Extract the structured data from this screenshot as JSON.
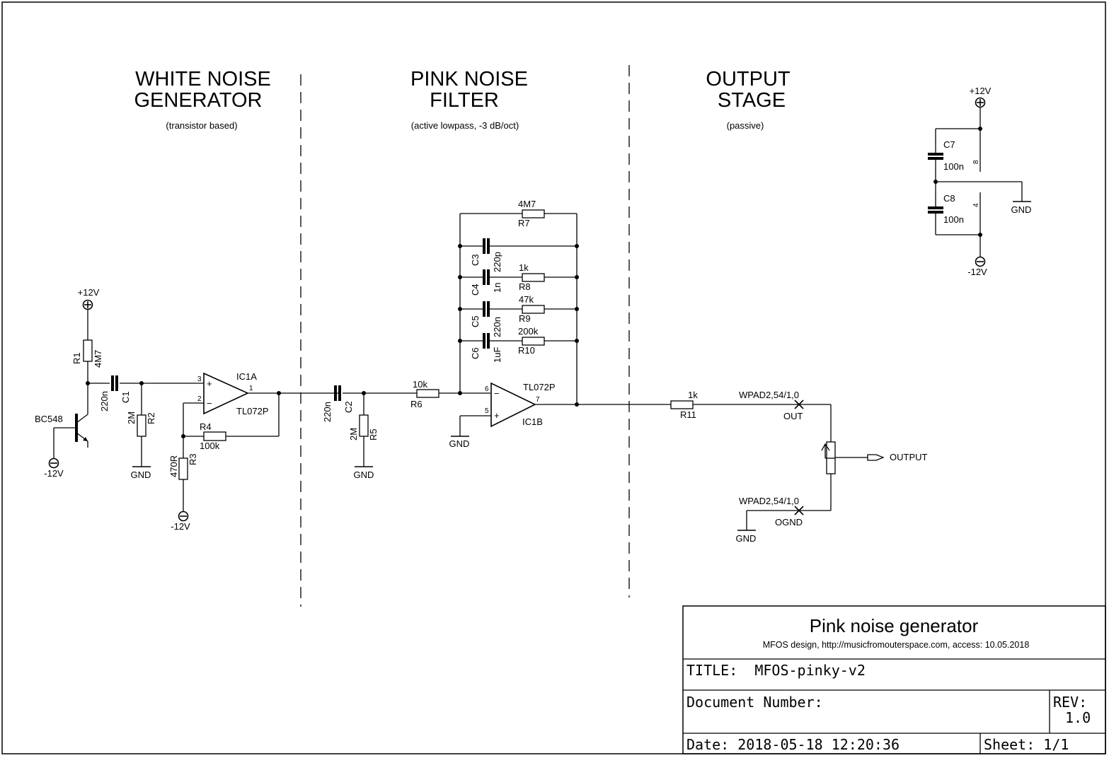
{
  "sections": {
    "white": {
      "line1": "WHITE NOISE",
      "line2": "GENERATOR",
      "sub": "(transistor based)"
    },
    "pink": {
      "line1": "PINK NOISE",
      "line2": "FILTER",
      "sub": "(active lowpass, -3 dB/oct)"
    },
    "output": {
      "line1": "OUTPUT",
      "line2": "STAGE",
      "sub": "(passive)"
    }
  },
  "rails": {
    "pos": "+12V",
    "neg": "-12V",
    "gnd": "GND"
  },
  "components": {
    "r1": {
      "ref": "R1",
      "value": "4M7"
    },
    "q1": {
      "ref": "BC548"
    },
    "c1": {
      "ref": "C1",
      "value": "220n"
    },
    "r2": {
      "ref": "R2",
      "value": "2M"
    },
    "ic1a": {
      "ref": "IC1A",
      "part": "TL072P",
      "p_plus": "3",
      "p_minus": "2",
      "p_out": "1"
    },
    "r4": {
      "ref": "R4",
      "value": "100k"
    },
    "r3": {
      "ref": "R3",
      "value": "470R"
    },
    "c2": {
      "ref": "C2",
      "value": "220n"
    },
    "r5": {
      "ref": "R5",
      "value": "2M"
    },
    "r6": {
      "ref": "R6",
      "value": "10k"
    },
    "r7": {
      "ref": "R7",
      "value": "4M7"
    },
    "c3": {
      "ref": "C3",
      "value": "220p"
    },
    "c4": {
      "ref": "C4",
      "value": "1n"
    },
    "r8": {
      "ref": "R8",
      "value": "1k"
    },
    "c5": {
      "ref": "C5",
      "value": "220n"
    },
    "r9": {
      "ref": "R9",
      "value": "47k"
    },
    "c6": {
      "ref": "C6",
      "value": "1uF"
    },
    "r10": {
      "ref": "R10",
      "value": "200k"
    },
    "ic1b": {
      "ref": "IC1B",
      "part": "TL072P",
      "p_minus": "6",
      "p_plus": "5",
      "p_out": "7"
    },
    "r11": {
      "ref": "R11",
      "value": "1k"
    },
    "pad_out": {
      "type": "WPAD2,54/1,0",
      "name": "OUT"
    },
    "pad_ognd": {
      "type": "WPAD2,54/1,0",
      "name": "OGND"
    },
    "output_label": "OUTPUT",
    "c7": {
      "ref": "C7",
      "value": "100n"
    },
    "c8": {
      "ref": "C8",
      "value": "100n"
    },
    "ic_pin8": "8",
    "ic_pin4": "4"
  },
  "title_block": {
    "name": "Pink noise generator",
    "credit": "MFOS design, http://musicfromouterspace.com, access: 10.05.2018",
    "title": "TITLE:  MFOS-pinky-v2",
    "doc_number": "Document Number:",
    "rev_label": "REV:",
    "rev_value": "1.0",
    "date": "Date: 2018-05-18 12:20:36",
    "sheet": "Sheet: 1/1"
  }
}
